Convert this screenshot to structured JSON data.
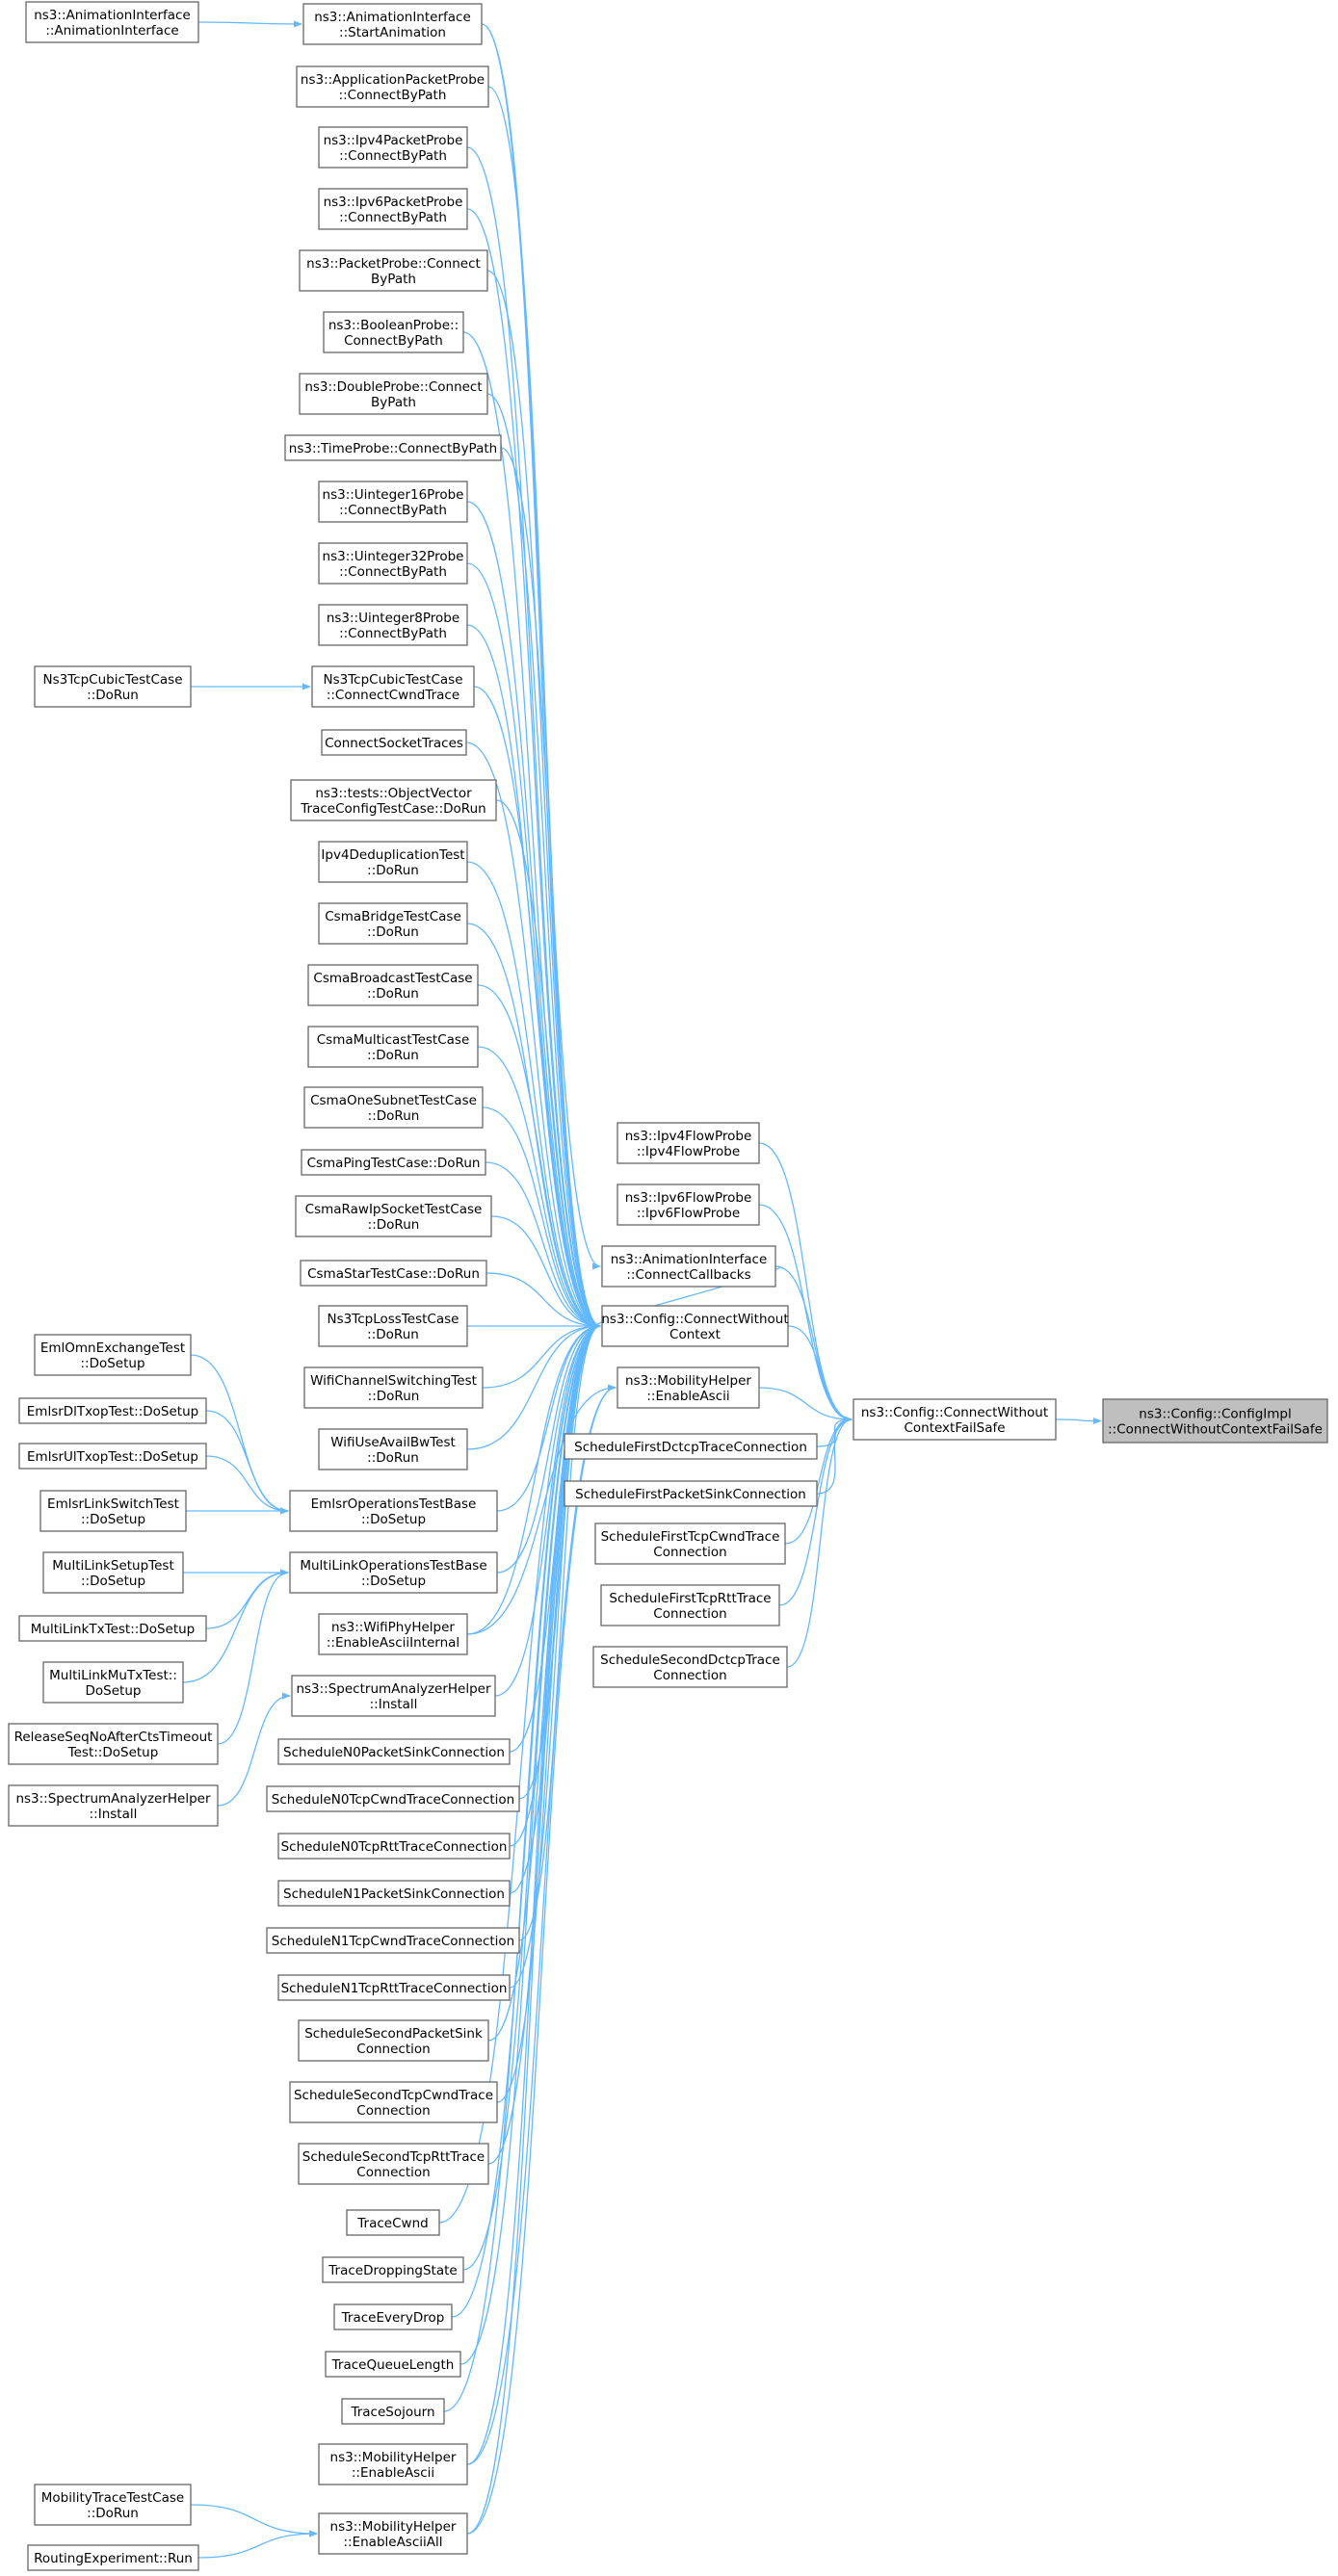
{
  "graph": {
    "root": {
      "id": "root",
      "lines": [
        "ns3::Config::ConfigImpl",
        "::ConnectWithoutContextFailSafe"
      ]
    },
    "nodes": [
      {
        "id": "n1",
        "lines": [
          "ns3::AnimationInterface",
          "::AnimationInterface"
        ]
      },
      {
        "id": "n2",
        "lines": [
          "ns3::AnimationInterface",
          "::StartAnimation"
        ]
      },
      {
        "id": "n3",
        "lines": [
          "ns3::ApplicationPacketProbe",
          "::ConnectByPath"
        ]
      },
      {
        "id": "n4",
        "lines": [
          "ns3::Ipv4PacketProbe",
          "::ConnectByPath"
        ]
      },
      {
        "id": "n5",
        "lines": [
          "ns3::Ipv6PacketProbe",
          "::ConnectByPath"
        ]
      },
      {
        "id": "n6",
        "lines": [
          "ns3::PacketProbe::Connect",
          "ByPath"
        ]
      },
      {
        "id": "n7",
        "lines": [
          "ns3::BooleanProbe::",
          "ConnectByPath"
        ]
      },
      {
        "id": "n8",
        "lines": [
          "ns3::DoubleProbe::Connect",
          "ByPath"
        ]
      },
      {
        "id": "n9",
        "lines": [
          "ns3::TimeProbe::ConnectByPath"
        ]
      },
      {
        "id": "n10",
        "lines": [
          "ns3::Uinteger16Probe",
          "::ConnectByPath"
        ]
      },
      {
        "id": "n11",
        "lines": [
          "ns3::Uinteger32Probe",
          "::ConnectByPath"
        ]
      },
      {
        "id": "n12",
        "lines": [
          "ns3::Uinteger8Probe",
          "::ConnectByPath"
        ]
      },
      {
        "id": "n13",
        "lines": [
          "Ns3TcpCubicTestCase",
          "::DoRun"
        ]
      },
      {
        "id": "n14",
        "lines": [
          "Ns3TcpCubicTestCase",
          "::ConnectCwndTrace"
        ]
      },
      {
        "id": "n15",
        "lines": [
          "ConnectSocketTraces"
        ]
      },
      {
        "id": "n16",
        "lines": [
          "ns3::tests::ObjectVector",
          "TraceConfigTestCase::DoRun"
        ]
      },
      {
        "id": "n17",
        "lines": [
          "Ipv4DeduplicationTest",
          "::DoRun"
        ]
      },
      {
        "id": "n18",
        "lines": [
          "CsmaBridgeTestCase",
          "::DoRun"
        ]
      },
      {
        "id": "n19",
        "lines": [
          "CsmaBroadcastTestCase",
          "::DoRun"
        ]
      },
      {
        "id": "n20",
        "lines": [
          "CsmaMulticastTestCase",
          "::DoRun"
        ]
      },
      {
        "id": "n21",
        "lines": [
          "CsmaOneSubnetTestCase",
          "::DoRun"
        ]
      },
      {
        "id": "n22",
        "lines": [
          "CsmaPingTestCase::DoRun"
        ]
      },
      {
        "id": "n23",
        "lines": [
          "CsmaRawIpSocketTestCase",
          "::DoRun"
        ]
      },
      {
        "id": "n24",
        "lines": [
          "CsmaStarTestCase::DoRun"
        ]
      },
      {
        "id": "n25",
        "lines": [
          "Ns3TcpLossTestCase",
          "::DoRun"
        ]
      },
      {
        "id": "n26",
        "lines": [
          "WifiChannelSwitchingTest",
          "::DoRun"
        ]
      },
      {
        "id": "n27",
        "lines": [
          "WifiUseAvailBwTest",
          "::DoRun"
        ]
      },
      {
        "id": "n28",
        "lines": [
          "EmlOmnExchangeTest",
          "::DoSetup"
        ]
      },
      {
        "id": "n29",
        "lines": [
          "EmlsrDlTxopTest::DoSetup"
        ]
      },
      {
        "id": "n30",
        "lines": [
          "EmlsrUlTxopTest::DoSetup"
        ]
      },
      {
        "id": "n31",
        "lines": [
          "EmlsrLinkSwitchTest",
          "::DoSetup"
        ]
      },
      {
        "id": "n32",
        "lines": [
          "EmlsrOperationsTestBase",
          "::DoSetup"
        ]
      },
      {
        "id": "n33",
        "lines": [
          "MultiLinkSetupTest",
          "::DoSetup"
        ]
      },
      {
        "id": "n34",
        "lines": [
          "MultiLinkTxTest::DoSetup"
        ]
      },
      {
        "id": "n35",
        "lines": [
          "MultiLinkMuTxTest::",
          "DoSetup"
        ]
      },
      {
        "id": "n36",
        "lines": [
          "ReleaseSeqNoAfterCtsTimeout",
          "Test::DoSetup"
        ]
      },
      {
        "id": "n37",
        "lines": [
          "MultiLinkOperationsTestBase",
          "::DoSetup"
        ]
      },
      {
        "id": "n38",
        "lines": [
          "ns3::WifiPhyHelper",
          "::EnableAsciiInternal"
        ]
      },
      {
        "id": "n39",
        "lines": [
          "ns3::SpectrumAnalyzerHelper",
          "::Install"
        ]
      },
      {
        "id": "n40",
        "lines": [
          "ns3::SpectrumAnalyzerHelper",
          "::Install"
        ]
      },
      {
        "id": "n41",
        "lines": [
          "ScheduleN0PacketSinkConnection"
        ]
      },
      {
        "id": "n42",
        "lines": [
          "ScheduleN0TcpCwndTraceConnection"
        ]
      },
      {
        "id": "n43",
        "lines": [
          "ScheduleN0TcpRttTraceConnection"
        ]
      },
      {
        "id": "n44",
        "lines": [
          "ScheduleN1PacketSinkConnection"
        ]
      },
      {
        "id": "n45",
        "lines": [
          "ScheduleN1TcpCwndTraceConnection"
        ]
      },
      {
        "id": "n46",
        "lines": [
          "ScheduleN1TcpRttTraceConnection"
        ]
      },
      {
        "id": "n47",
        "lines": [
          "ScheduleSecondPacketSink",
          "Connection"
        ]
      },
      {
        "id": "n48",
        "lines": [
          "ScheduleSecondTcpCwndTrace",
          "Connection"
        ]
      },
      {
        "id": "n49",
        "lines": [
          "ScheduleSecondTcpRttTrace",
          "Connection"
        ]
      },
      {
        "id": "n50",
        "lines": [
          "TraceCwnd"
        ]
      },
      {
        "id": "n51",
        "lines": [
          "TraceDroppingState"
        ]
      },
      {
        "id": "n52",
        "lines": [
          "TraceEveryDrop"
        ]
      },
      {
        "id": "n53",
        "lines": [
          "TraceQueueLength"
        ]
      },
      {
        "id": "n54",
        "lines": [
          "TraceSojourn"
        ]
      },
      {
        "id": "n55",
        "lines": [
          "ns3::MobilityHelper",
          "::EnableAscii"
        ]
      },
      {
        "id": "n56",
        "lines": [
          "MobilityTraceTestCase",
          "::DoRun"
        ]
      },
      {
        "id": "n57",
        "lines": [
          "ns3::MobilityHelper",
          "::EnableAsciiAll"
        ]
      },
      {
        "id": "n58",
        "lines": [
          "RoutingExperiment::Run"
        ]
      },
      {
        "id": "c1",
        "lines": [
          "ns3::Config::ConnectWithout",
          "Context"
        ]
      },
      {
        "id": "m1",
        "lines": [
          "ns3::Ipv4FlowProbe",
          "::Ipv4FlowProbe"
        ]
      },
      {
        "id": "m2",
        "lines": [
          "ns3::Ipv6FlowProbe",
          "::Ipv6FlowProbe"
        ]
      },
      {
        "id": "m3",
        "lines": [
          "ns3::AnimationInterface",
          "::ConnectCallbacks"
        ]
      },
      {
        "id": "m4",
        "lines": [
          "ns3::MobilityHelper",
          "::EnableAscii"
        ]
      },
      {
        "id": "m5",
        "lines": [
          "ScheduleFirstDctcpTraceConnection"
        ]
      },
      {
        "id": "m6",
        "lines": [
          "ScheduleFirstPacketSinkConnection"
        ]
      },
      {
        "id": "m7",
        "lines": [
          "ScheduleFirstTcpCwndTrace",
          "Connection"
        ]
      },
      {
        "id": "m8",
        "lines": [
          "ScheduleFirstTcpRttTrace",
          "Connection"
        ]
      },
      {
        "id": "m9",
        "lines": [
          "ScheduleSecondDctcpTrace",
          "Connection"
        ]
      },
      {
        "id": "f1",
        "lines": [
          "ns3::Config::ConnectWithout",
          "ContextFailSafe"
        ]
      }
    ],
    "edges": [
      [
        "n1",
        "n2"
      ],
      [
        "n13",
        "n14"
      ],
      [
        "n28",
        "n32"
      ],
      [
        "n29",
        "n32"
      ],
      [
        "n30",
        "n32"
      ],
      [
        "n31",
        "n32"
      ],
      [
        "n33",
        "n37"
      ],
      [
        "n34",
        "n37"
      ],
      [
        "n35",
        "n37"
      ],
      [
        "n36",
        "n37"
      ],
      [
        "n40",
        "n39"
      ],
      [
        "n56",
        "n57"
      ],
      [
        "n58",
        "n57"
      ],
      [
        "n2",
        "c1"
      ],
      [
        "n3",
        "c1"
      ],
      [
        "n4",
        "c1"
      ],
      [
        "n5",
        "c1"
      ],
      [
        "n6",
        "c1"
      ],
      [
        "n7",
        "c1"
      ],
      [
        "n8",
        "c1"
      ],
      [
        "n9",
        "c1"
      ],
      [
        "n10",
        "c1"
      ],
      [
        "n11",
        "c1"
      ],
      [
        "n12",
        "c1"
      ],
      [
        "n14",
        "c1"
      ],
      [
        "n15",
        "c1"
      ],
      [
        "n16",
        "c1"
      ],
      [
        "n17",
        "c1"
      ],
      [
        "n18",
        "c1"
      ],
      [
        "n19",
        "c1"
      ],
      [
        "n20",
        "c1"
      ],
      [
        "n21",
        "c1"
      ],
      [
        "n22",
        "c1"
      ],
      [
        "n23",
        "c1"
      ],
      [
        "n24",
        "c1"
      ],
      [
        "n25",
        "c1"
      ],
      [
        "n26",
        "c1"
      ],
      [
        "n27",
        "c1"
      ],
      [
        "n32",
        "c1"
      ],
      [
        "n37",
        "c1"
      ],
      [
        "n38",
        "c1"
      ],
      [
        "n39",
        "c1"
      ],
      [
        "n41",
        "c1"
      ],
      [
        "n42",
        "c1"
      ],
      [
        "n43",
        "c1"
      ],
      [
        "n44",
        "c1"
      ],
      [
        "n45",
        "c1"
      ],
      [
        "n46",
        "c1"
      ],
      [
        "n47",
        "c1"
      ],
      [
        "n48",
        "c1"
      ],
      [
        "n49",
        "c1"
      ],
      [
        "n50",
        "c1"
      ],
      [
        "n51",
        "c1"
      ],
      [
        "n52",
        "c1"
      ],
      [
        "n53",
        "c1"
      ],
      [
        "n54",
        "c1"
      ],
      [
        "n55",
        "c1"
      ],
      [
        "n57",
        "c1"
      ],
      [
        "m3",
        "c1"
      ],
      [
        "n2",
        "m3"
      ],
      [
        "n38",
        "m4"
      ],
      [
        "n55",
        "m4"
      ],
      [
        "n57",
        "m4"
      ],
      [
        "c1",
        "f1"
      ],
      [
        "m1",
        "f1"
      ],
      [
        "m2",
        "f1"
      ],
      [
        "m3",
        "f1"
      ],
      [
        "m4",
        "f1"
      ],
      [
        "m5",
        "f1"
      ],
      [
        "m6",
        "f1"
      ],
      [
        "m7",
        "f1"
      ],
      [
        "m8",
        "f1"
      ],
      [
        "m9",
        "f1"
      ],
      [
        "f1",
        "root"
      ]
    ]
  }
}
